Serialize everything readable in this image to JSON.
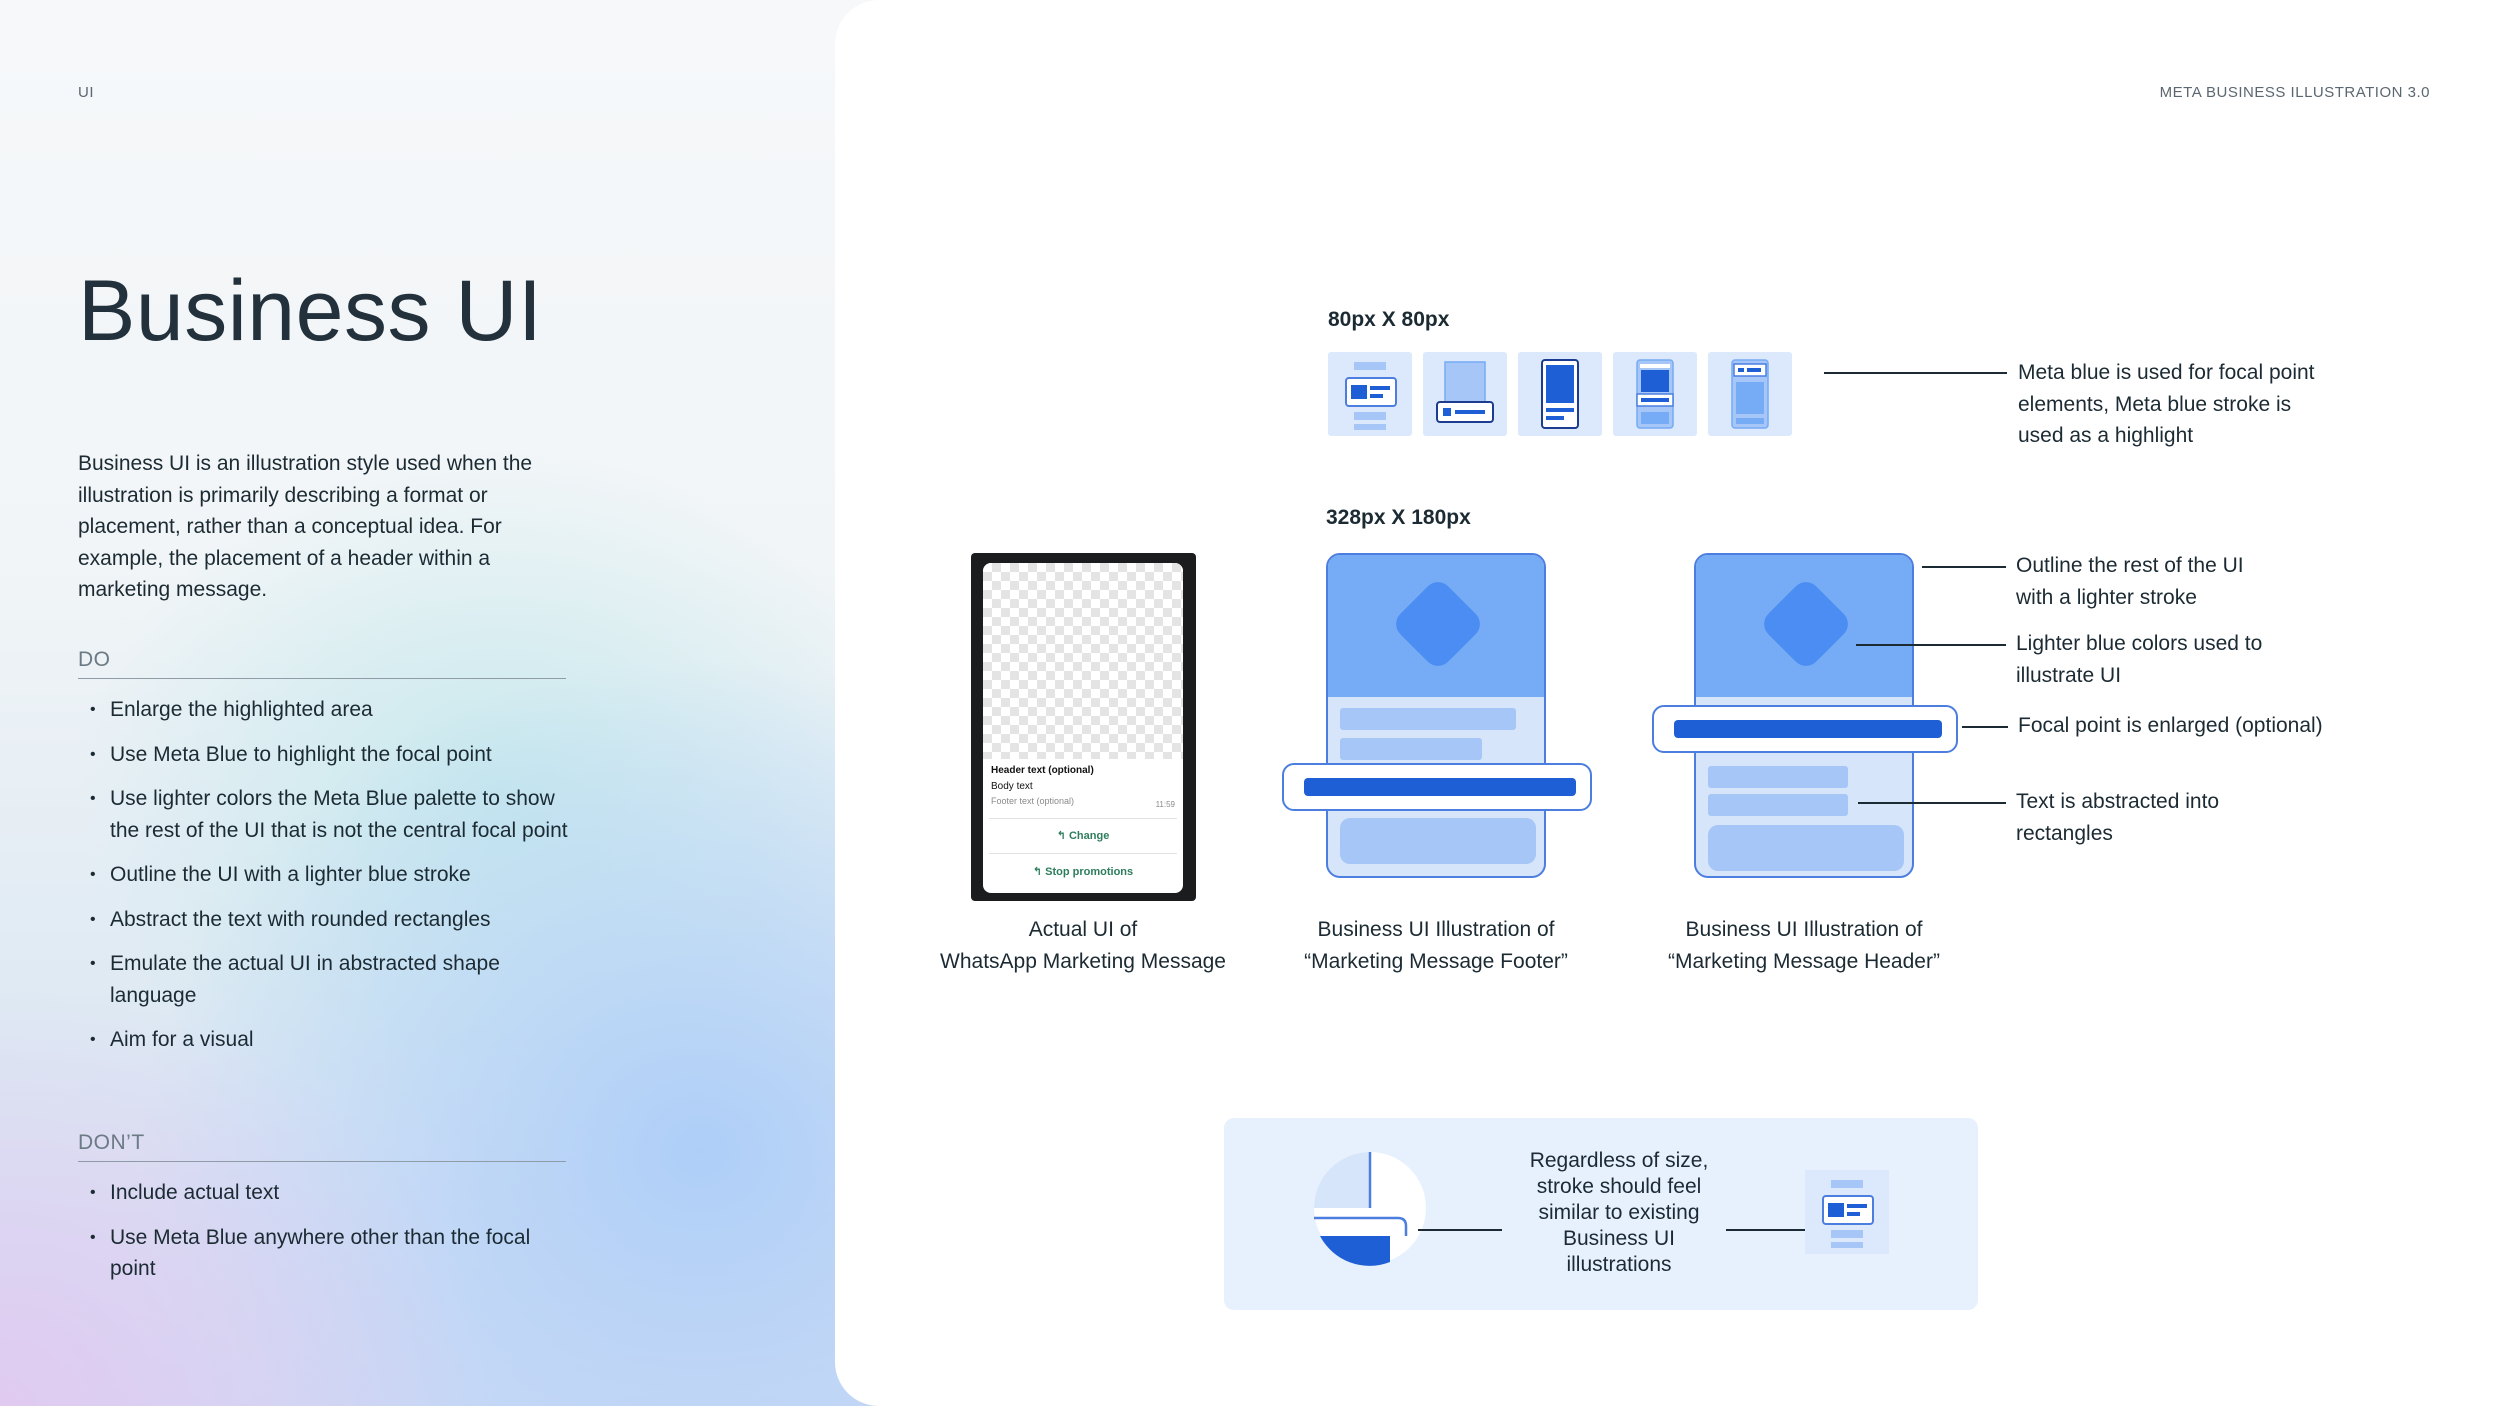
{
  "header": {
    "section_label": "UI",
    "brand_label": "META BUSINESS ILLUSTRATION 3.0"
  },
  "left": {
    "title": "Business UI",
    "intro": "Business UI is an illustration style used when the illustration is primarily describing a format or placement, rather than a conceptual idea. For example, the placement of a header within a marketing message.",
    "do_heading": "DO",
    "do_items": [
      "Enlarge the highlighted area",
      "Use Meta Blue to highlight the focal point",
      "Use lighter colors the Meta Blue palette to show the rest of the UI that is not the central focal point",
      "Outline the UI with a lighter blue stroke",
      "Abstract the text with rounded rectangles",
      "Emulate the actual UI in abstracted shape language",
      "Aim for a visual"
    ],
    "dont_heading": "DON’T",
    "dont_items": [
      "Include actual text",
      "Use Meta Blue anywhere other than the focal point"
    ]
  },
  "right": {
    "small_size_label": "80px X 80px",
    "large_size_label": "328px X 180px",
    "notes": {
      "focal": "Meta blue is used for focal point elements, Meta blue stroke is used as a highlight",
      "outline": "Outline the rest of the UI with a lighter stroke",
      "lighter": "Lighter blue colors used to illustrate UI",
      "enlarged": "Focal point is enlarged (optional)",
      "abstracted": "Text is abstracted into rectangles"
    },
    "captions": {
      "actual_line1": "Actual UI of",
      "actual_line2": "WhatsApp Marketing Message",
      "footer_line1": "Business UI Illustration of",
      "footer_line2": "“Marketing Message Footer”",
      "header_line1": "Business UI Illustration of",
      "header_line2": "“Marketing Message Header”"
    },
    "phone": {
      "header_text": "Header text (optional)",
      "body_text": "Body text",
      "footer_text": "Footer text (optional)",
      "time": "11:59",
      "change": "Change",
      "stop": "Stop promotions"
    },
    "stroke_note": "Regardless of size, stroke should feel similar to existing Business UI illustrations"
  },
  "colors": {
    "meta_blue": "#1f5fd6",
    "stroke_blue": "#4c7ee0",
    "light_blue": "#d7e5fa",
    "mid_blue": "#76abf5"
  }
}
